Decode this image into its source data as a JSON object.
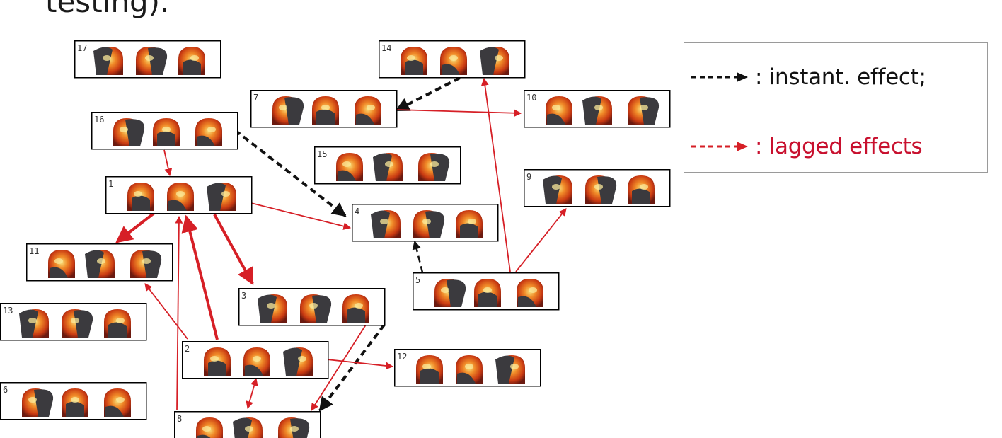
{
  "caption": "testing).",
  "legend": {
    "instant_label": ": instant. effect;",
    "lagged_label": ": lagged effects",
    "instant_color": "#111111",
    "lagged_color": "#d61f26"
  },
  "colors": {
    "panel_border": "#000000",
    "head_dark": "#3b3a3e",
    "heat_hot": "#f7d060",
    "heat_mid": "#e8641c",
    "heat_low": "#7a1e12"
  },
  "nodes": [
    {
      "id": "17",
      "label": "17"
    },
    {
      "id": "16",
      "label": "16"
    },
    {
      "id": "1",
      "label": "1"
    },
    {
      "id": "11",
      "label": "11"
    },
    {
      "id": "13",
      "label": "13"
    },
    {
      "id": "6",
      "label": "6"
    },
    {
      "id": "2",
      "label": "2"
    },
    {
      "id": "8",
      "label": "8"
    },
    {
      "id": "3",
      "label": "3"
    },
    {
      "id": "7",
      "label": "7"
    },
    {
      "id": "14",
      "label": "14"
    },
    {
      "id": "15",
      "label": "15"
    },
    {
      "id": "4",
      "label": "4"
    },
    {
      "id": "5",
      "label": "5"
    },
    {
      "id": "12",
      "label": "12"
    },
    {
      "id": "10",
      "label": "10"
    },
    {
      "id": "9",
      "label": "9"
    }
  ],
  "edges": [
    {
      "from": "14",
      "to": "7",
      "type": "instant"
    },
    {
      "from": "16",
      "to": "4",
      "type": "instant"
    },
    {
      "from": "5",
      "to": "4",
      "type": "instant"
    },
    {
      "from": "3",
      "to": "8",
      "type": "instant"
    },
    {
      "from": "7",
      "to": "10",
      "type": "lagged"
    },
    {
      "from": "16",
      "to": "1",
      "type": "lagged"
    },
    {
      "from": "1",
      "to": "4",
      "type": "lagged"
    },
    {
      "from": "1",
      "to": "11",
      "type": "lagged_strong"
    },
    {
      "from": "1",
      "to": "3",
      "type": "lagged_strong"
    },
    {
      "from": "2",
      "to": "1",
      "type": "lagged_strong"
    },
    {
      "from": "8",
      "to": "1",
      "type": "lagged"
    },
    {
      "from": "2",
      "to": "11",
      "type": "lagged"
    },
    {
      "from": "2",
      "to": "12",
      "type": "lagged"
    },
    {
      "from": "2",
      "to": "8",
      "type": "lagged_both"
    },
    {
      "from": "3",
      "to": "8",
      "type": "lagged"
    },
    {
      "from": "5",
      "to": "14",
      "type": "lagged"
    },
    {
      "from": "5",
      "to": "9",
      "type": "lagged"
    }
  ]
}
